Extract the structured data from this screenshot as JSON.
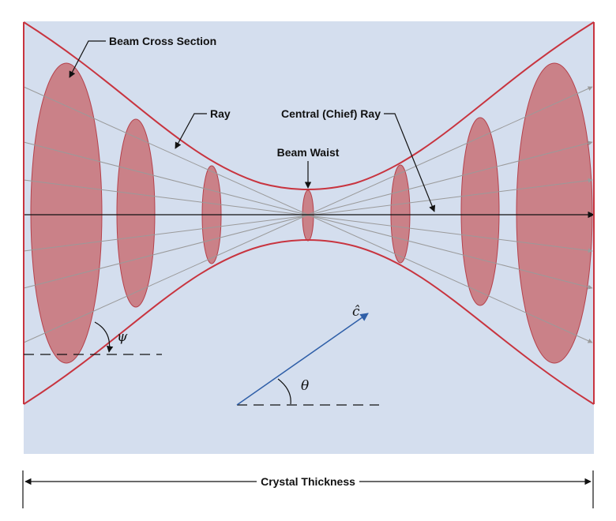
{
  "labels": {
    "beam_cross_section": "Beam Cross Section",
    "ray": "Ray",
    "central_ray": "Central (Chief) Ray",
    "beam_waist": "Beam Waist",
    "crystal_thickness": "Crystal Thickness",
    "psi": "ψ",
    "theta": "θ",
    "c_hat": "ĉ"
  },
  "colors": {
    "crystal_fill": "#d4deee",
    "beam_outline": "#c8343f",
    "cross_section_fill": "#c97b82",
    "ray": "#9a9a9a",
    "axis": "#111111",
    "c_vector": "#2f5fa8"
  }
}
